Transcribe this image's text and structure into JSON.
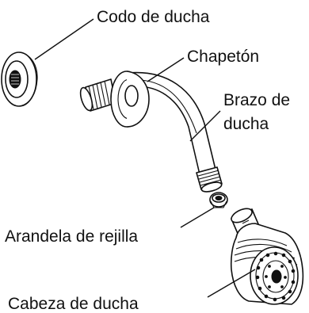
{
  "labels": {
    "shower_elbow": "Codo de ducha",
    "flange": "Chapetón",
    "shower_arm_line1": "Brazo de",
    "shower_arm_line2": "ducha",
    "washer": "Arandela de rejilla",
    "shower_head": "Cabeza de ducha"
  }
}
